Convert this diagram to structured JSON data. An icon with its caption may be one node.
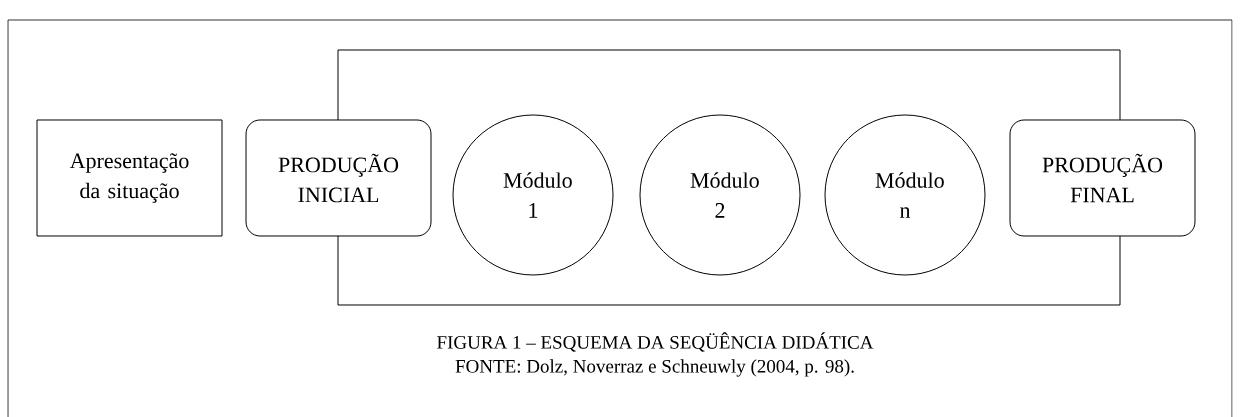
{
  "diagram": {
    "caption": "FIGURA 1 – ESQUEMA DA SEQÜÊNCIA DIDÁTICA",
    "nodes": [
      {
        "text": [
          "Apresentação da situação"
        ]
      },
      {
        "text": [],
        "shape": "box"
      },
      {
        "text": [
          "PRODUÇÃO INICIAL"
        ]
      },
      {
        "text": [
          "Módulo 1"
        ],
        "in": 1
      },
      {
        "text": [
          "Módulo 2"
        ],
        "in": 1
      },
      {
        "text": [
          "Módulo n"
        ],
        "in": 1
      },
      {
        "text": [
          "PRODUÇÃO FINAL"
        ]
      }
    ],
    "labels": [
      "FONTE: Dolz, Noverraz e Schneuwly (2004, p. 98)."
    ]
  }
}
